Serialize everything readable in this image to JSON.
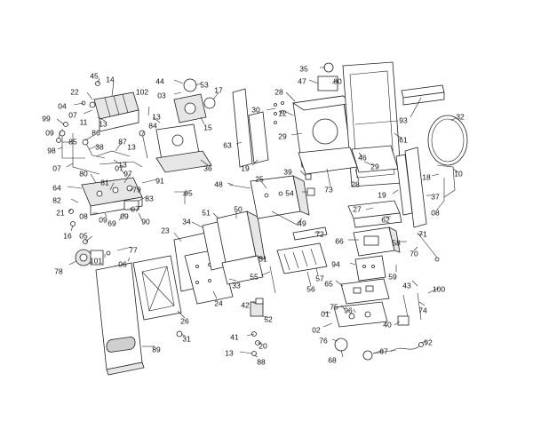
{
  "callouts": [
    {
      "label": "45"
    },
    {
      "label": "22"
    },
    {
      "label": "14"
    },
    {
      "label": "04"
    },
    {
      "label": "07"
    },
    {
      "label": "11"
    },
    {
      "label": "13"
    },
    {
      "label": "99"
    },
    {
      "label": "09"
    },
    {
      "label": "85"
    },
    {
      "label": "98"
    },
    {
      "label": "86"
    },
    {
      "label": "38"
    },
    {
      "label": "87"
    },
    {
      "label": "13"
    },
    {
      "label": "07"
    },
    {
      "label": "13"
    },
    {
      "label": "84"
    },
    {
      "label": "13"
    },
    {
      "label": "102"
    },
    {
      "label": "44"
    },
    {
      "label": "03"
    },
    {
      "label": "53"
    },
    {
      "label": "17"
    },
    {
      "label": "15"
    },
    {
      "label": "36"
    },
    {
      "label": "63"
    },
    {
      "label": "19"
    },
    {
      "label": "30"
    },
    {
      "label": "28"
    },
    {
      "label": "12"
    },
    {
      "label": "35"
    },
    {
      "label": "47"
    },
    {
      "label": "60"
    },
    {
      "label": "93"
    },
    {
      "label": "32"
    },
    {
      "label": "29"
    },
    {
      "label": "61"
    },
    {
      "label": "46"
    },
    {
      "label": "29"
    },
    {
      "label": "28"
    },
    {
      "label": "73"
    },
    {
      "label": "39"
    },
    {
      "label": "18"
    },
    {
      "label": "10"
    },
    {
      "label": "80"
    },
    {
      "label": "64"
    },
    {
      "label": "81"
    },
    {
      "label": "97"
    },
    {
      "label": "91"
    },
    {
      "label": "07"
    },
    {
      "label": "79"
    },
    {
      "label": "83"
    },
    {
      "label": "82"
    },
    {
      "label": "21"
    },
    {
      "label": "07"
    },
    {
      "label": "08"
    },
    {
      "label": "09"
    },
    {
      "label": "69"
    },
    {
      "label": "90"
    },
    {
      "label": "16"
    },
    {
      "label": "95"
    },
    {
      "label": "48"
    },
    {
      "label": "25"
    },
    {
      "label": "54"
    },
    {
      "label": "49"
    },
    {
      "label": "19"
    },
    {
      "label": "37"
    },
    {
      "label": "08"
    },
    {
      "label": "27"
    },
    {
      "label": "62"
    },
    {
      "label": "51"
    },
    {
      "label": "50"
    },
    {
      "label": "34"
    },
    {
      "label": "23"
    },
    {
      "label": "05"
    },
    {
      "label": "77"
    },
    {
      "label": "101"
    },
    {
      "label": "06"
    },
    {
      "label": "78"
    },
    {
      "label": "72"
    },
    {
      "label": "66"
    },
    {
      "label": "58"
    },
    {
      "label": "71"
    },
    {
      "label": "70"
    },
    {
      "label": "51"
    },
    {
      "label": "33"
    },
    {
      "label": "55"
    },
    {
      "label": "57"
    },
    {
      "label": "56"
    },
    {
      "label": "94"
    },
    {
      "label": "59"
    },
    {
      "label": "43"
    },
    {
      "label": "100"
    },
    {
      "label": "65"
    },
    {
      "label": "74"
    },
    {
      "label": "24"
    },
    {
      "label": "26"
    },
    {
      "label": "42"
    },
    {
      "label": "52"
    },
    {
      "label": "01"
    },
    {
      "label": "75"
    },
    {
      "label": "96"
    },
    {
      "label": "40"
    },
    {
      "label": "02"
    },
    {
      "label": "41"
    },
    {
      "label": "20"
    },
    {
      "label": "31"
    },
    {
      "label": "89"
    },
    {
      "label": "76"
    },
    {
      "label": "92"
    },
    {
      "label": "13"
    },
    {
      "label": "88"
    },
    {
      "label": "67"
    },
    {
      "label": "68"
    },
    {
      "label": "09"
    }
  ]
}
